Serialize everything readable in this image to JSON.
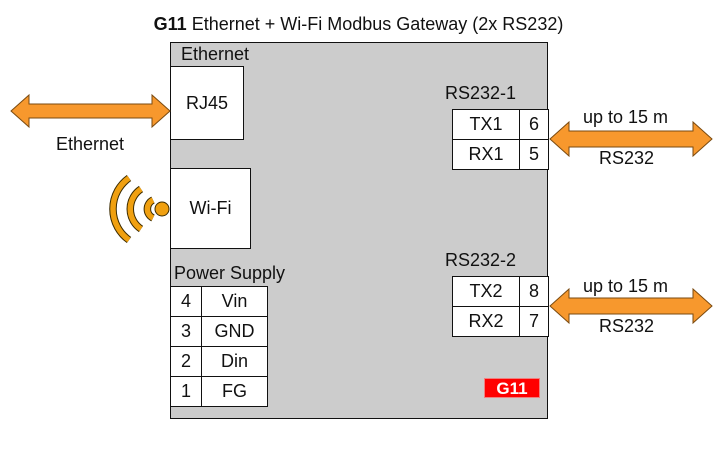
{
  "title": {
    "model": "G11",
    "text": "Ethernet + Wi-Fi Modbus Gateway (2x RS232)"
  },
  "device": {
    "ethernet_section_label": "Ethernet",
    "rj45_label": "RJ45",
    "wifi_label": "Wi-Fi",
    "power_section_label": "Power Supply",
    "power_pins": [
      {
        "pin": "4",
        "name": "Vin"
      },
      {
        "pin": "3",
        "name": "GND"
      },
      {
        "pin": "2",
        "name": "Din"
      },
      {
        "pin": "1",
        "name": "FG"
      }
    ],
    "rs232_ports": [
      {
        "label": "RS232-1",
        "pins": [
          {
            "signal": "TX1",
            "pin": "6"
          },
          {
            "signal": "RX1",
            "pin": "5"
          }
        ],
        "distance_label": "up to 15 m",
        "link_label": "RS232"
      },
      {
        "label": "RS232-2",
        "pins": [
          {
            "signal": "TX2",
            "pin": "8"
          },
          {
            "signal": "RX2",
            "pin": "7"
          }
        ],
        "distance_label": "up to 15 m",
        "link_label": "RS232"
      }
    ],
    "badge": "G11"
  },
  "external": {
    "ethernet_link_label": "Ethernet"
  },
  "colors": {
    "arrow_fill": "#f7982d",
    "wifi_icon": "#f0a010",
    "device_bg": "#cccccc",
    "badge_bg": "#ff0000"
  }
}
